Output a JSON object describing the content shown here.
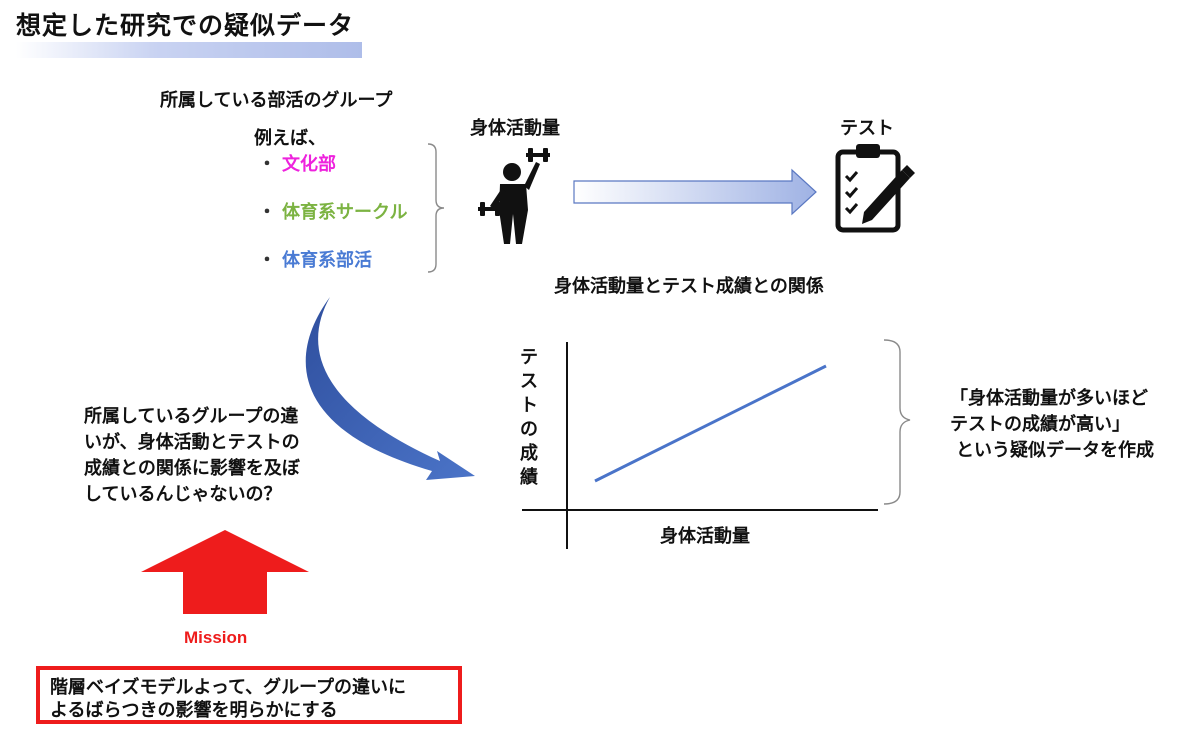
{
  "header": {
    "title": "想定した研究での疑似データ"
  },
  "groups": {
    "heading": "所属している部活のグループ",
    "example_label": "例えば、",
    "bullet": "・",
    "items": [
      {
        "label": "文化部",
        "color": "#ee22dd"
      },
      {
        "label": "体育系サークル",
        "color": "#7cb342"
      },
      {
        "label": "体育系部活",
        "color": "#4a7bd4"
      }
    ]
  },
  "flow": {
    "activity_label": "身体活動量",
    "test_label": "テスト",
    "relation_caption": "身体活動量とテスト成績との関係"
  },
  "chart_data": {
    "type": "line",
    "xlabel": "身体活動量",
    "ylabel": "テストの成績",
    "series": [
      {
        "x": [
          0,
          1
        ],
        "y": [
          0,
          1
        ]
      }
    ]
  },
  "side_note": {
    "lines": [
      "「身体活動量が多いほど",
      "テストの成績が高い」",
      "という疑似データを作成"
    ]
  },
  "question": {
    "lines": [
      "所属しているグループの違",
      "いが、身体活動とテストの",
      "成績との関係に影響を及ぼ",
      "しているんじゃないの？"
    ]
  },
  "mission": {
    "label": "Mission",
    "label_color": "#ee1c1c",
    "lines": [
      "階層ベイズモデルよって、グループの違いに",
      "よるばらつきの影響を明らかにする"
    ]
  }
}
